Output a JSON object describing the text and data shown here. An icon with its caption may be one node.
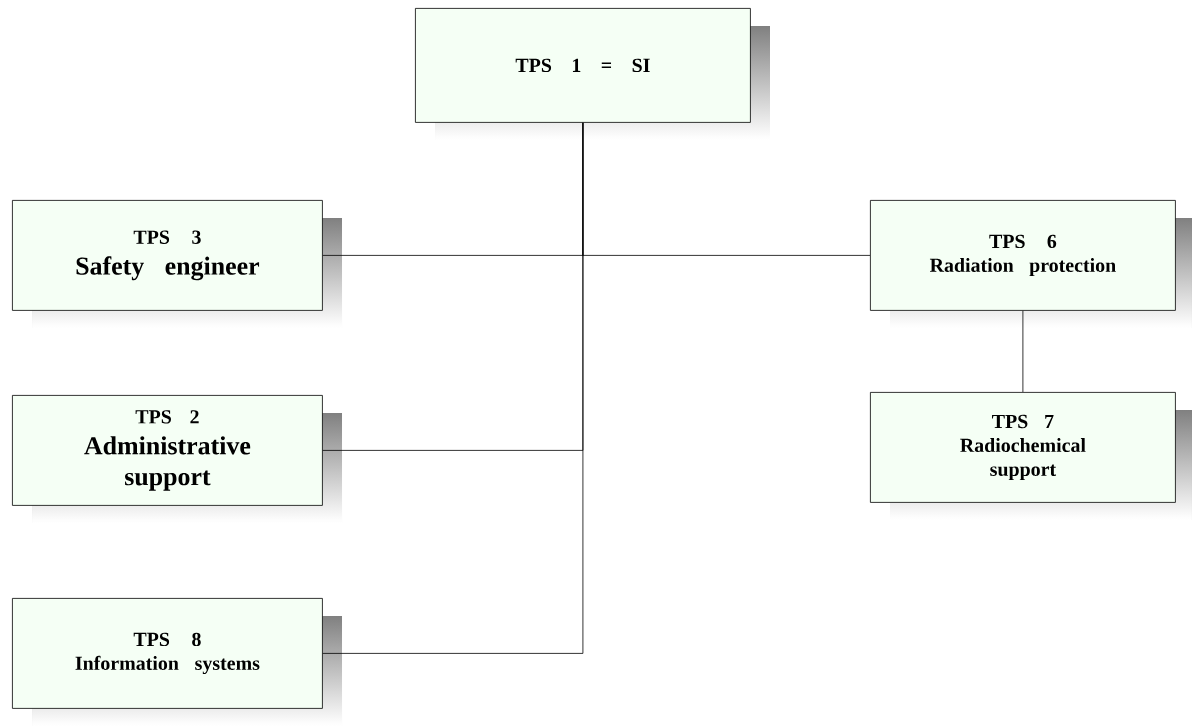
{
  "diagram": {
    "nodes": [
      {
        "text": [
          "TPS 1 = SI"
        ]
      },
      {
        "text": [
          "TPS 3",
          "Safety engineer"
        ]
      },
      {
        "text": [
          "TPS 2",
          "Administrative support"
        ]
      },
      {
        "text": [
          "TPS 8",
          "Information systems"
        ]
      },
      {
        "text": [
          "TPS 6",
          "Radiation protection"
        ]
      },
      {
        "text": [
          "TPS 7",
          "Radiochemical support"
        ]
      }
    ],
    "edges": [
      {
        "from": 0,
        "to": 1,
        "arrow": "none"
      },
      {
        "from": 0,
        "to": 4,
        "arrow": "none"
      },
      {
        "from": 0,
        "to": 2,
        "arrow": "none"
      },
      {
        "from": 0,
        "to": 3,
        "arrow": "none"
      },
      {
        "from": 4,
        "to": 5,
        "arrow": "none"
      }
    ]
  }
}
